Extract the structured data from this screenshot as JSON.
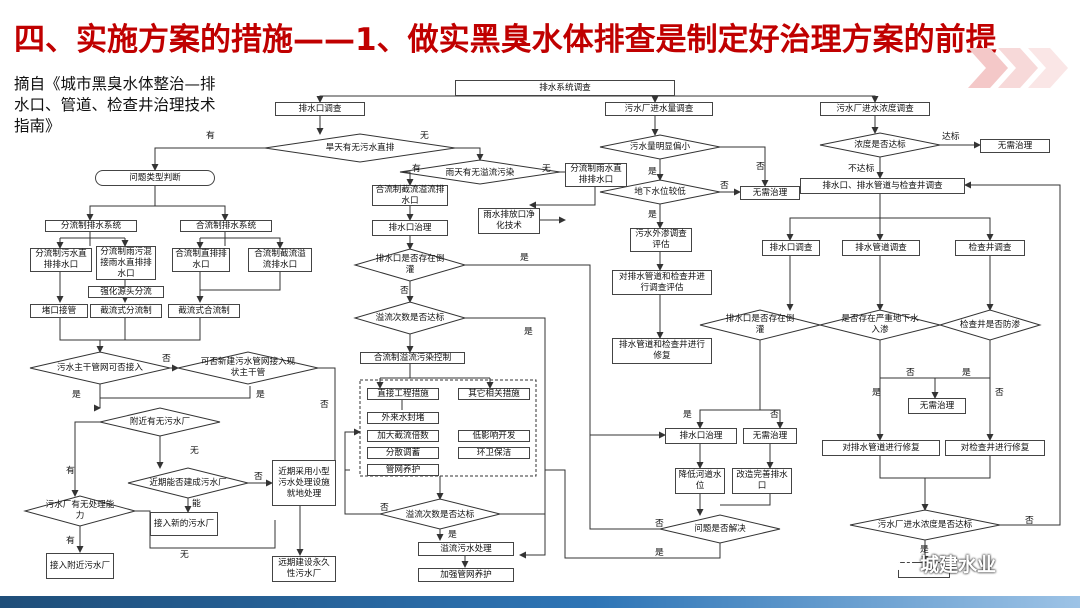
{
  "title": "四、实施方案的措施——1、做实黑臭水体排查是制定好治理方案的前提",
  "source_note": "摘自《城市黑臭水体整治—排水口、管道、检查井治理技术指南》",
  "watermark": "城建水业",
  "nodes": {
    "root": "排水系统调查",
    "outfall_survey": "排水口调查",
    "dry_weather": "旱天有无污水直排",
    "problem_type": "问题类型判断",
    "separate_sys": "分流制排水系统",
    "combined_sys": "合流制排水系统",
    "sep_direct": "分流制污水直排排水口",
    "sep_mixed": "分流制雨污混接雨水直排排水口",
    "comb_direct": "合流制直排排水口",
    "comb_overflow": "合流制截流溢流排水口",
    "strengthen": "强化源头分流",
    "plug": "堵口接管",
    "intercept_sep": "截流式分流制",
    "intercept_comb": "截流式合流制",
    "main_pipe": "污水主干管网可否接入",
    "new_pipe": "可否新建污水管网接入现状主干管",
    "wwtp_near": "附近有无污水厂",
    "can_build": "近期能否建成污水厂",
    "capacity": "污水厂有无处理能力",
    "connect_new": "接入新的污水厂",
    "connect_near": "接入附近污水厂",
    "temp_plant": "近期采用小型污水处理设施就地处理",
    "long_term": "远期建设永久性污水厂",
    "rain_overflow": "雨天有无溢流污染",
    "sep_rain": "分流制雨水直排排水口",
    "comb_intercept_out": "合流制截流溢流排水口",
    "rain_outlet": "雨水排放口净化技术",
    "outfall_treat": "排水口治理",
    "backflow_a": "排水口是否存在倒灌",
    "overflow_freq": "溢流次数是否达标",
    "overflow_ctrl": "合流制溢流污染控制",
    "direct_measures": "直接工程措施",
    "other_measures": "其它相关措施",
    "m_wall": "外来水封堵",
    "m_ratio": "加大截流倍数",
    "m_storage": "分散调蓄",
    "m_pipe": "管网养护",
    "m_lid": "低影响开发",
    "m_clean": "环卫保洁",
    "overflow_freq2": "溢流次数是否达标",
    "overflow_treat": "溢流污水处理",
    "pipe_maint": "加强管网养护",
    "wwtp_inflow": "污水厂进水量调查",
    "inflow_low": "污水量明显偏小",
    "gw_low": "地下水位较低",
    "no_treat_1": "无需治理",
    "infiltration": "污水外渗调查评估",
    "evaluate": "对排水管道和检查井进行调查评估",
    "repair_a": "排水管道和检查井进行修复",
    "wwtp_conc": "污水厂进水浓度调查",
    "conc_ok": "浓度是否达标",
    "no_treat_2": "无需治理",
    "investigate": "排水口、排水管道与检查井调查",
    "outfall_survey2": "排水口调查",
    "pipe_survey": "排水管道调查",
    "mh_survey": "检查井调查",
    "backflow_b": "排水口是否存在倒灌",
    "gw_infil": "是否存在严重地下水入渗",
    "mh_leak": "检查井是否防渗",
    "no_treat_3": "无需治理",
    "repair_pipe": "对排水管道进行修复",
    "repair_mh": "对检查井进行修复",
    "outfall_treat2": "排水口治理",
    "no_treat_4": "无需治理",
    "lower_level": "降低河道水位",
    "improve_outlet": "改造完善排水口",
    "resolved": "问题是否解决",
    "conc_ok2": "污水厂进水浓度是否达标"
  },
  "labels": {
    "yes": "是",
    "no": "否",
    "you": "有",
    "wu": "无",
    "neng": "能",
    "dabiao": "达标",
    "budabiao": "不达标"
  }
}
